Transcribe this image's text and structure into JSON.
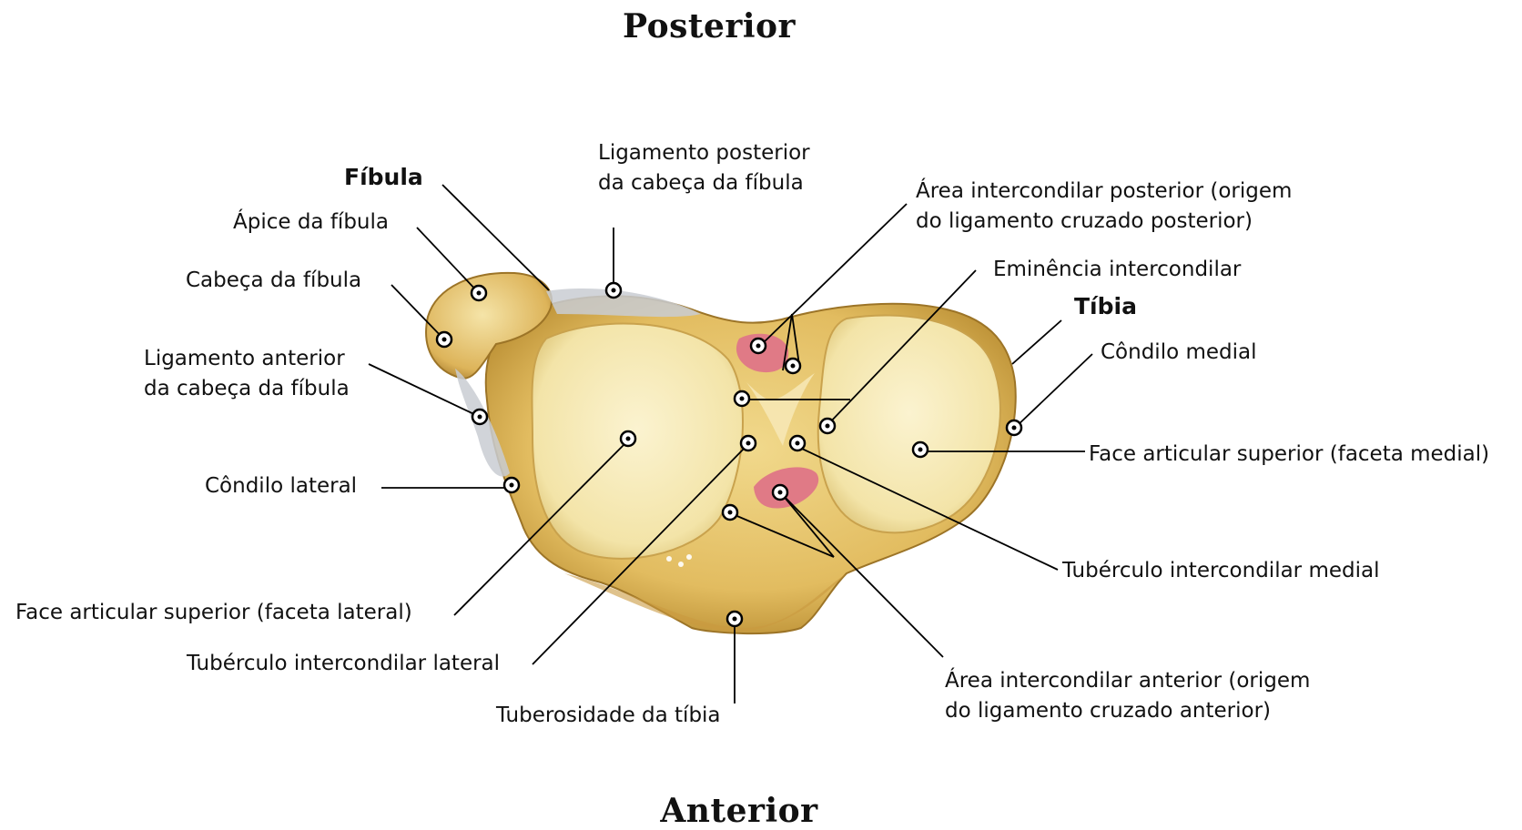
{
  "orientation": {
    "top": "Posterior",
    "bottom": "Anterior"
  },
  "labels": {
    "fibula": "Fíbula",
    "apice": "Ápice da fíbula",
    "cabeca": "Cabeça da fíbula",
    "lig_anterior": [
      "Ligamento anterior",
      "da cabeça da fíbula"
    ],
    "condilo_lateral": "Côndilo lateral",
    "face_lateral": "Face articular superior (faceta lateral)",
    "tuberculo_lateral": "Tubérculo intercondilar lateral",
    "tuberosidade": "Tuberosidade da tíbia",
    "lig_posterior": [
      "Ligamento posterior",
      "da cabeça da fíbula"
    ],
    "area_posterior": [
      "Área intercondilar posterior (origem",
      "do ligamento cruzado posterior)"
    ],
    "eminencia": "Eminência intercondilar",
    "tibia": "Tíbia",
    "condilo_medial": "Côndilo medial",
    "face_medial": "Face articular superior (faceta medial)",
    "tuberculo_medial": "Tubérculo intercondilar medial",
    "area_anterior": [
      "Área intercondilar anterior (origem",
      "do ligamento cruzado anterior)"
    ]
  },
  "colors": {
    "bone": "#e6c36a",
    "bone_shadow": "#b98d32",
    "cartilage": "#f7ecbd",
    "ligament": "#c9ccd2",
    "ligament_area": "#e07a86",
    "leader": "#000000"
  }
}
